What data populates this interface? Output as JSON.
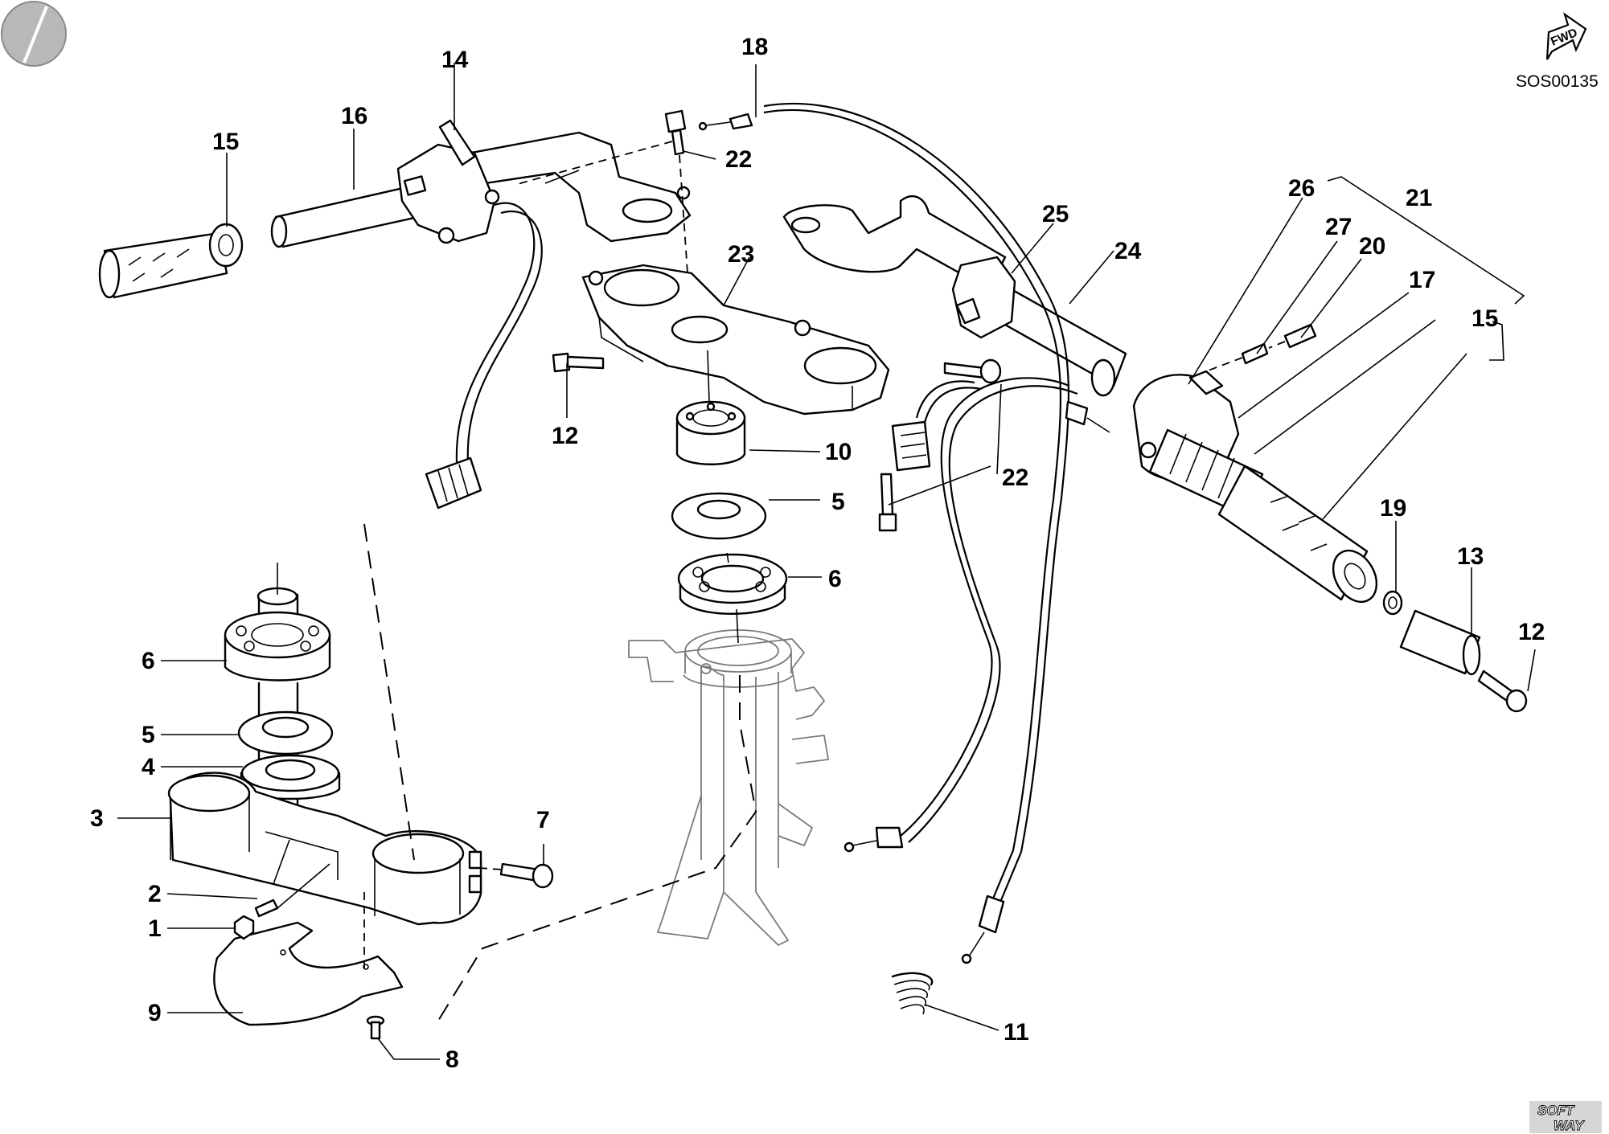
{
  "header": {
    "code": "SOS00135",
    "forward_label": "FWD"
  },
  "footer": {
    "brand_line1": "SOFT",
    "brand_line2": "WAY"
  },
  "callouts": {
    "l1": "1",
    "l2": "2",
    "l3": "3",
    "l4": "4",
    "l5a": "5",
    "l5b": "5",
    "l6a": "6",
    "l6b": "6",
    "l7": "7",
    "l8": "8",
    "l9": "9",
    "l10": "10",
    "l11": "11",
    "l12a": "12",
    "l12b": "12",
    "l13": "13",
    "l14": "14",
    "l15a": "15",
    "l15b": "15",
    "l16": "16",
    "l17": "17",
    "l18": "18",
    "l19": "19",
    "l20": "20",
    "l21": "21",
    "l22a": "22",
    "l22b": "22",
    "l23": "23",
    "l24": "24",
    "l25": "25",
    "l26": "26",
    "l27": "27"
  }
}
